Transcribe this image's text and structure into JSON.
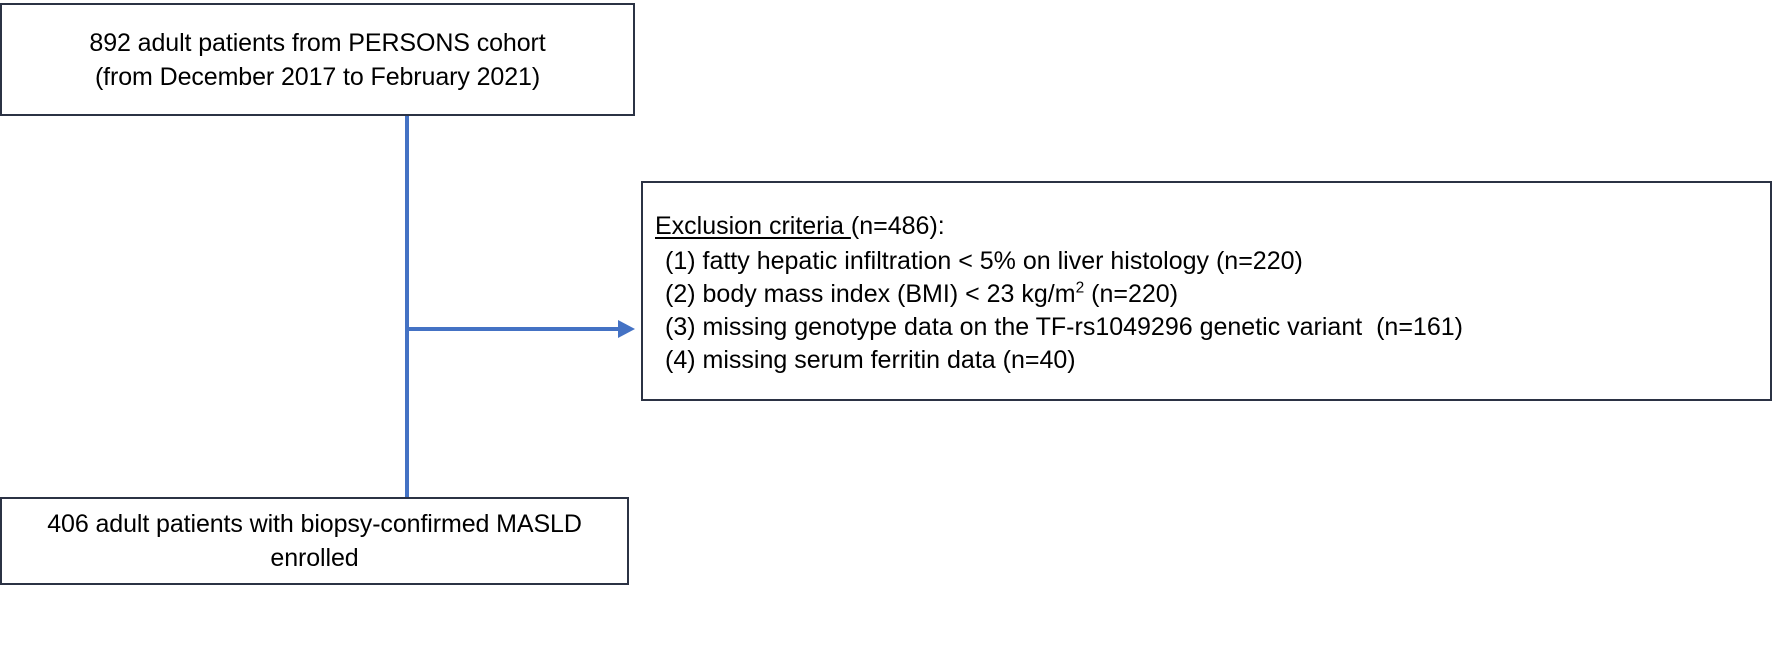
{
  "diagram": {
    "type": "study-flow-diagram",
    "colors": {
      "box_border": "#2b3244",
      "connector": "#4472c4",
      "text": "#000000",
      "background": "#ffffff"
    },
    "cohort_box": {
      "line1": "892 adult patients from PERSONS cohort",
      "line2": "(from December 2017 to February 2021)",
      "count": "892"
    },
    "exclusion_box": {
      "heading_underlined": "Exclusion criteria ",
      "heading_rest": "(n=486):",
      "total_excluded": "486",
      "criteria": [
        {
          "index": "(1)",
          "text": "fatty hepatic infiltration < 5% on liver histology (n=220)",
          "n": "220"
        },
        {
          "index": "(2)",
          "text_before_sup": "body mass index (BMI) < 23 kg/m",
          "superscript": "2",
          "text_after_sup": " (n=220)",
          "n": "220"
        },
        {
          "index": "(3)",
          "text": "missing genotype data on the TF-rs1049296 genetic variant",
          "trailing": "(n=161)",
          "n": "161"
        },
        {
          "index": "(4)",
          "text": "missing serum ferritin data (n=40)",
          "n": "40"
        }
      ]
    },
    "enrolled_box": {
      "line1": "406 adult patients with biopsy-confirmed MASLD",
      "line2": "enrolled",
      "count": "406"
    },
    "connectors": {
      "vertical_label": "flow-down-connector",
      "horizontal_label": "exclusion-branch-connector"
    }
  }
}
